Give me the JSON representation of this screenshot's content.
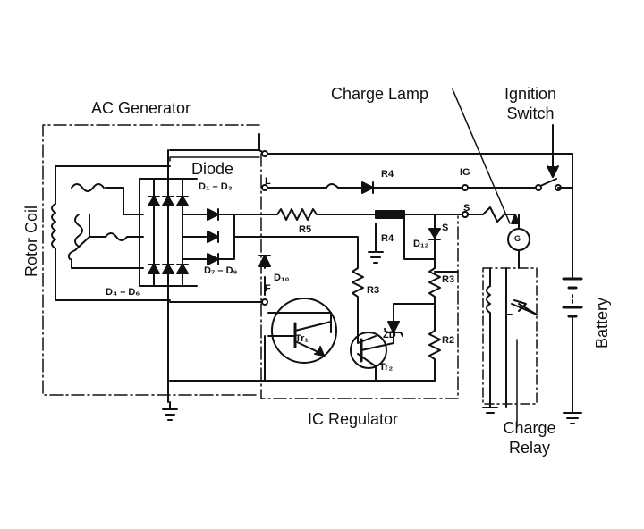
{
  "labels": {
    "ac_generator": "AC Generator",
    "charge_lamp": "Charge Lamp",
    "ignition_switch_line1": "Ignition",
    "ignition_switch_line2": "Switch",
    "diode": "Diode",
    "rotor_coil": "Rotor Coil",
    "battery": "Battery",
    "ic_regulator": "IC Regulator",
    "charge_relay_line1": "Charge",
    "charge_relay_line2": "Relay"
  },
  "components": {
    "d1_d3": "D₁ – D₃",
    "d7_d9": "D₇ – D₉",
    "d4_d6": "D₄ – D₆",
    "d10": "D₁₀",
    "d12": "D₁₂",
    "r1": "R4",
    "r4": "R4",
    "r5": "R5",
    "r3_left": "R3",
    "r3_right": "R3",
    "r2": "R2",
    "zd": "ZD",
    "tr1": "Tr₁",
    "tr2": "Tr₂",
    "g": "G"
  },
  "terminals": {
    "l": "L",
    "ig": "IG",
    "s": "S",
    "s2": "S",
    "f": "F"
  }
}
